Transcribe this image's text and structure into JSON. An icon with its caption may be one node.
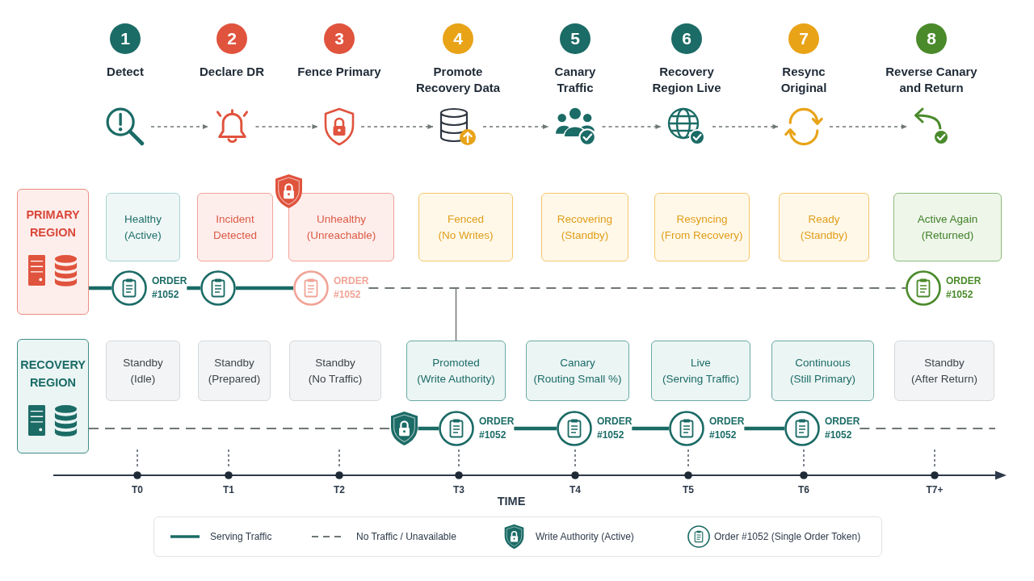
{
  "diagram": {
    "nodes": [
      {
        "text": [
          "1",
          "Detect"
        ]
      },
      {
        "text": [
          "2",
          "Declare DR"
        ]
      },
      {
        "text": [
          "3",
          "Fence Primary"
        ]
      },
      {
        "text": [
          "4",
          "Promote Recovery Data"
        ]
      },
      {
        "text": [
          "5",
          "Canary Traffic"
        ]
      },
      {
        "text": [
          "6",
          "Recovery Region Live"
        ]
      },
      {
        "text": [
          "7",
          "Resync Original"
        ]
      },
      {
        "text": [
          "8",
          "Reverse Canary and Return"
        ]
      },
      {
        "text": [],
        "shape": "picture"
      },
      {
        "text": [],
        "shape": "picture"
      },
      {
        "text": [],
        "shape": "picture"
      },
      {
        "text": [],
        "shape": "picture"
      },
      {
        "text": [],
        "shape": "picture"
      },
      {
        "text": [],
        "shape": "picture"
      },
      {
        "text": [],
        "shape": "picture"
      },
      {
        "text": [],
        "shape": "picture"
      },
      {
        "text": [
          "PRIMARY REGION"
        ]
      },
      {
        "text": [
          "Healthy",
          "(Active)"
        ]
      },
      {
        "text": [
          "Incident Detected"
        ]
      },
      {
        "text": [
          "Unhealthy",
          "(Unreachable)"
        ]
      },
      {
        "text": [
          "Fenced",
          "(No Writes)"
        ]
      },
      {
        "text": [
          "Recovering",
          "(Standby)"
        ]
      },
      {
        "text": [
          "Resyncing",
          "(From Recovery)"
        ]
      },
      {
        "text": [
          "Ready",
          "(Standby)"
        ]
      },
      {
        "text": [
          "Active Again",
          "(Returned)"
        ]
      },
      {
        "text": [],
        "shape": "circle",
        "beside": [
          "ORDER #1052"
        ]
      },
      {
        "text": [],
        "shape": "circle"
      },
      {
        "text": [],
        "shape": "circle",
        "beside": [
          "ORDER #1052"
        ]
      },
      {
        "text": [],
        "shape": "circle",
        "beside": [
          "ORDER #1052"
        ]
      },
      {
        "text": [
          "RECOVERY REGION"
        ]
      },
      {
        "text": [
          "Standby",
          "(Idle)"
        ]
      },
      {
        "text": [
          "Standby",
          "(Prepared)"
        ]
      },
      {
        "text": [
          "Standby",
          "(No Traffic)"
        ]
      },
      {
        "text": [
          "Promoted",
          "(Write Authority)"
        ]
      },
      {
        "text": [
          "Canary",
          "(Routing Small %)"
        ]
      },
      {
        "text": [
          "Live",
          "(Serving Traffic)"
        ]
      },
      {
        "text": [
          "Continuous",
          "(Still Primary)"
        ]
      },
      {
        "text": [
          "Standby",
          "(After Return)"
        ]
      },
      {
        "text": [],
        "shape": "picture"
      },
      {
        "text": [],
        "shape": "circle",
        "beside": [
          "ORDER #1052"
        ]
      },
      {
        "text": [],
        "shape": "circle",
        "beside": [
          "ORDER #1052"
        ]
      },
      {
        "text": [],
        "shape": "circle",
        "beside": [
          "ORDER #1052"
        ]
      },
      {
        "text": [],
        "shape": "circle",
        "beside": [
          "ORDER #1052"
        ]
      }
    ],
    "edges": [
      {
        "from": 8,
        "to": 9,
        "arrow": "to",
        "style": "dashed"
      },
      {
        "from": 9,
        "to": 10,
        "arrow": "to",
        "style": "dashed"
      },
      {
        "from": 10,
        "to": 11,
        "arrow": "to",
        "style": "dashed"
      },
      {
        "from": 11,
        "to": 12,
        "arrow": "to",
        "style": "dashed"
      },
      {
        "from": 12,
        "to": 13,
        "arrow": "to",
        "style": "dashed"
      },
      {
        "from": 13,
        "to": 14,
        "arrow": "to",
        "style": "dashed"
      },
      {
        "from": 14,
        "to": 15,
        "arrow": "to",
        "style": "dashed"
      },
      {
        "from": 16,
        "to": 25,
        "arrow": "none",
        "style": "thick",
        "color": "#1b6b66"
      },
      {
        "from": 25,
        "to": 26,
        "arrow": "none",
        "style": "thick",
        "color": "#1b6b66"
      },
      {
        "from": 26,
        "to": 27,
        "arrow": "none",
        "style": "thick",
        "color": "#1b6b66"
      },
      {
        "from": 27,
        "to": 28,
        "arrow": "none",
        "style": "dashed"
      },
      {
        "from": null,
        "to": 33,
        "arrow": "none"
      },
      {
        "from": 29,
        "to": 38,
        "arrow": "none",
        "style": "dashed"
      },
      {
        "from": 38,
        "to": 39,
        "arrow": "none",
        "style": "thick",
        "color": "#1b6b66"
      },
      {
        "from": 39,
        "to": 40,
        "arrow": "none",
        "style": "thick",
        "color": "#1b6b66"
      },
      {
        "from": 40,
        "to": 41,
        "arrow": "none",
        "style": "thick",
        "color": "#1b6b66"
      },
      {
        "from": 41,
        "to": 42,
        "arrow": "none",
        "style": "thick",
        "color": "#1b6b66"
      },
      {
        "from": 42,
        "to": null,
        "arrow": "none",
        "style": "dashed"
      }
    ],
    "labels": [
      "T0",
      "T1",
      "T2",
      "T3",
      "T4",
      "T5",
      "T6",
      "T7+",
      "TIME"
    ],
    "legend": [
      {
        "text": "Serving Traffic"
      },
      {
        "text": "No Traffic / Unavailable"
      },
      {
        "text": "Write Authority (Active)"
      },
      {
        "text": "Order #1052 (Single Order Token)"
      }
    ]
  }
}
